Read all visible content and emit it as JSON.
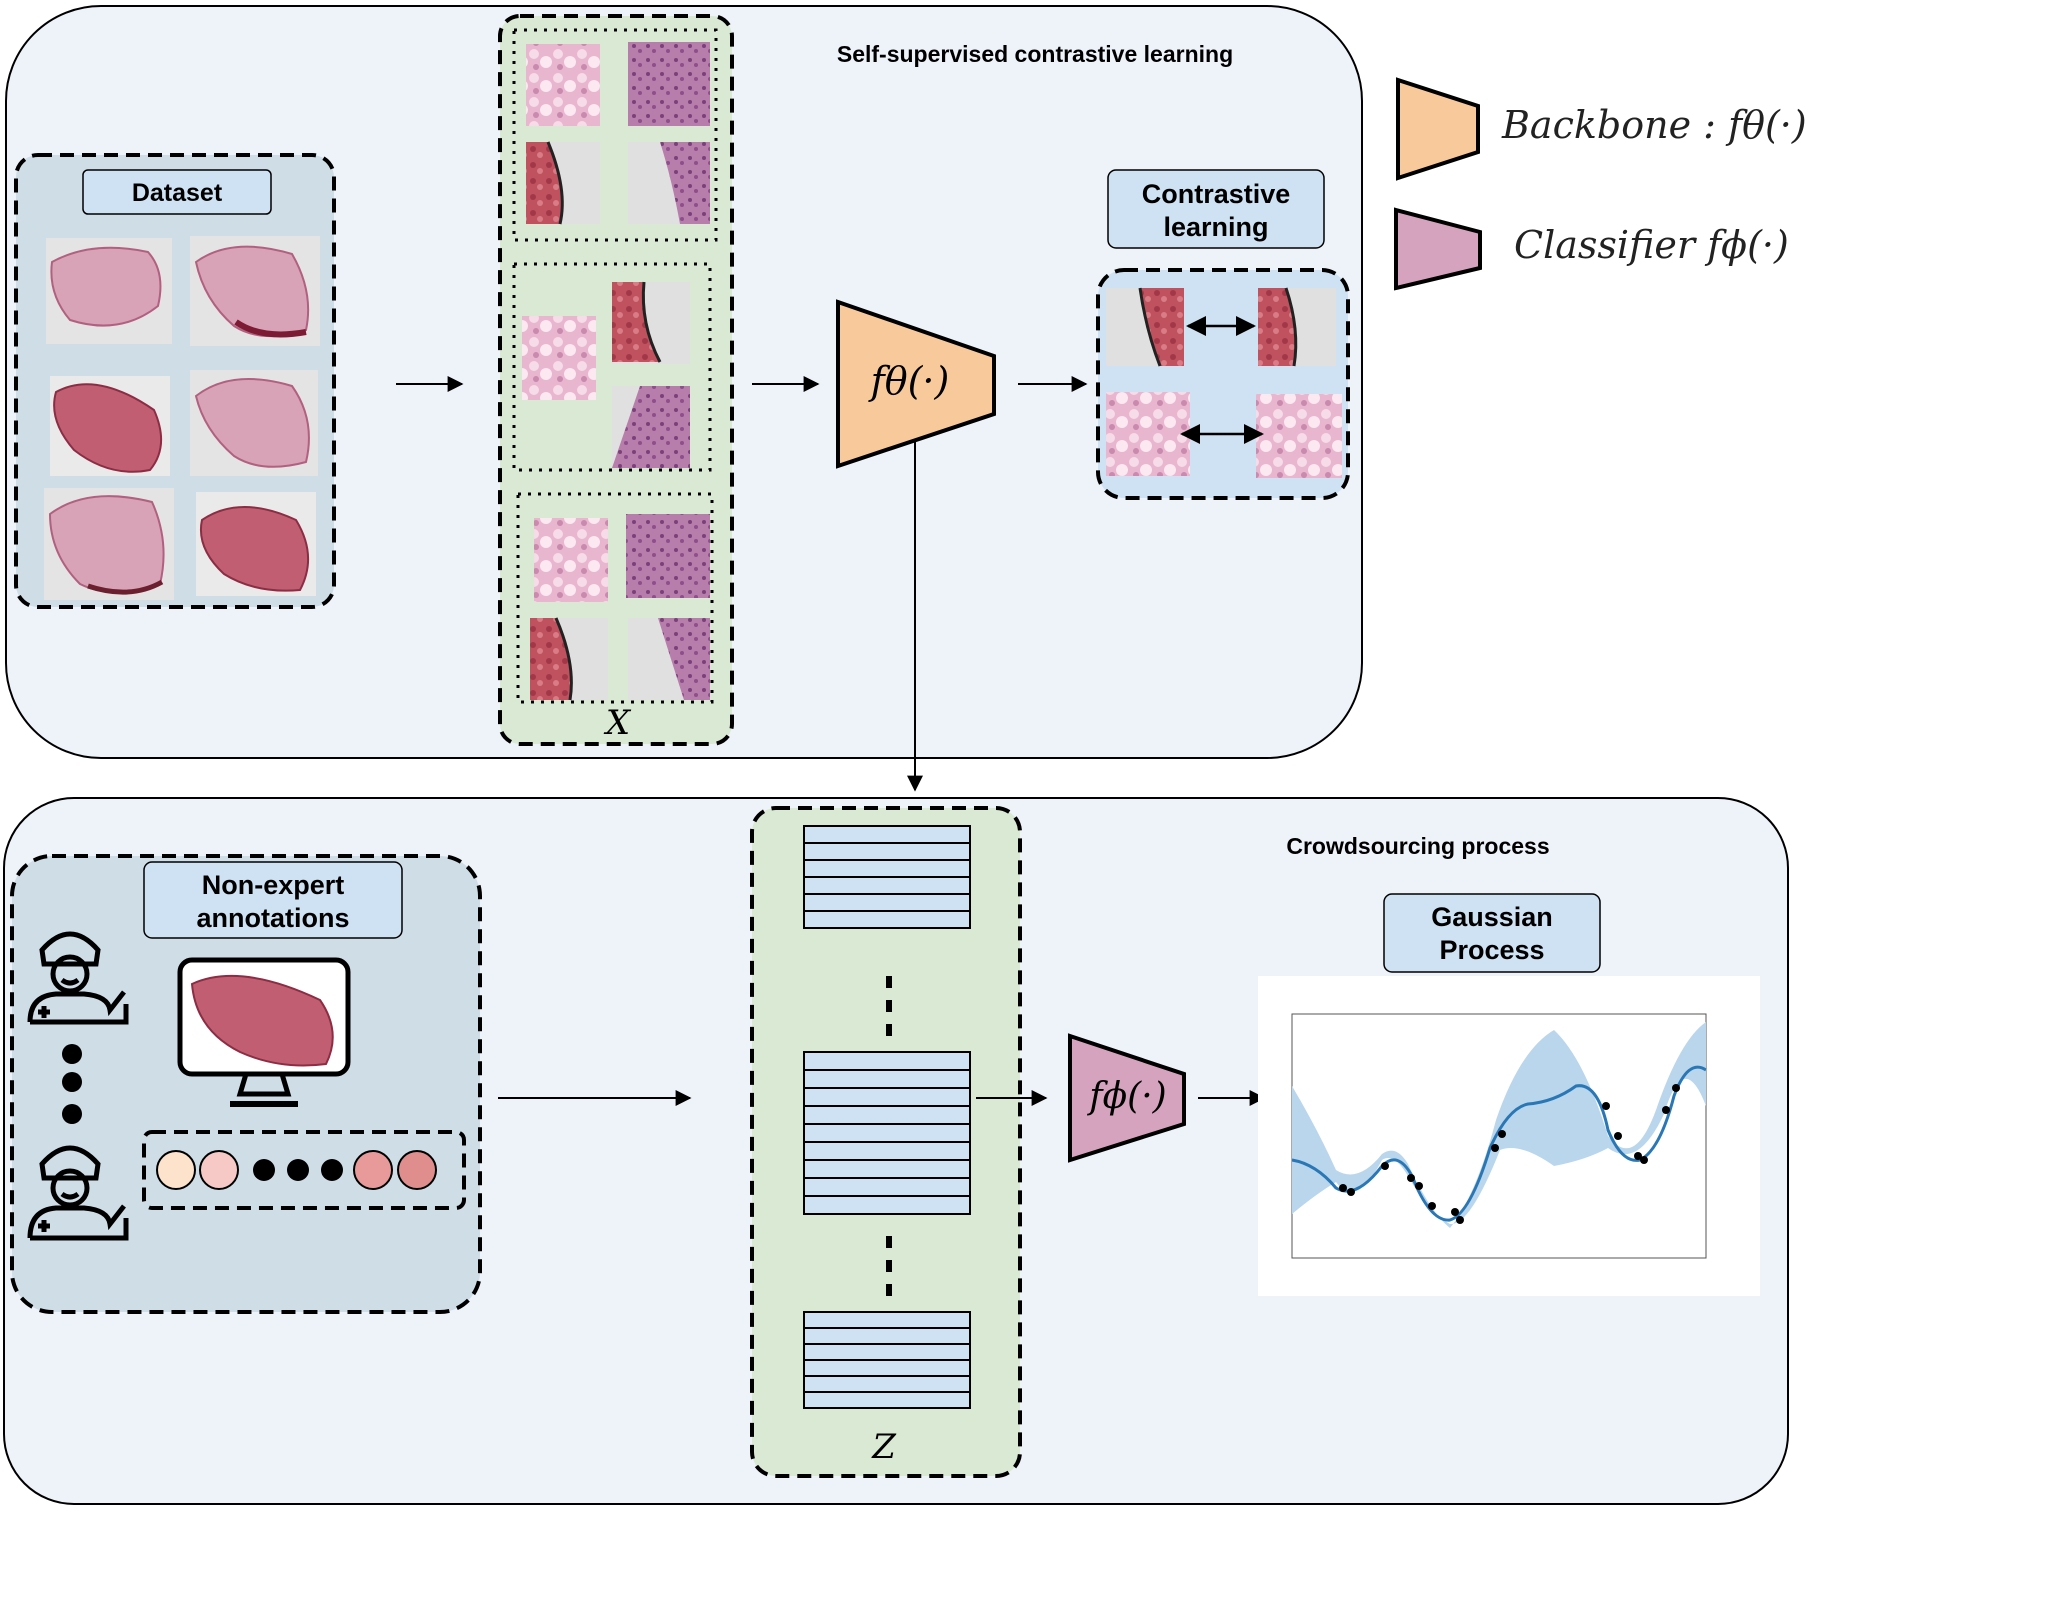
{
  "upper_panel": {
    "title": "Self-supervised contrastive learning",
    "dataset_label": "Dataset",
    "batch_symbol": "X",
    "backbone_symbol": "fθ(·)",
    "contrastive_label_line1": "Contrastive",
    "contrastive_label_line2": "learning"
  },
  "lower_panel": {
    "title": "Crowdsourcing process",
    "annotations_label_line1": "Non-expert",
    "annotations_label_line2": "annotations",
    "embedding_symbol": "Z",
    "classifier_symbol": "fϕ(·)",
    "gp_label_line1": "Gaussian",
    "gp_label_line2": "Process"
  },
  "legend": {
    "backbone_text": "Backbone :  fθ(·)",
    "classifier_text": "Classifier  fϕ(·)"
  },
  "annotation_colors": [
    "#fde3cc",
    "#f7c9c6",
    "#e89a9a",
    "#e08d8d"
  ],
  "colors": {
    "panel_bg": "#eef3fa",
    "dataset_bg": "#cfdde6",
    "batch_bg": "#d9e9d4",
    "label_bg": "#cfe2f3",
    "backbone": "#f8c99a",
    "classifier": "#d5a3bd",
    "embedding_row": "#cfe2f3",
    "gp_line": "#2a77b5",
    "gp_band": "#b9d6ec"
  },
  "icons": [
    "tissue-slide-icon",
    "annotator-icon",
    "monitor-icon"
  ]
}
